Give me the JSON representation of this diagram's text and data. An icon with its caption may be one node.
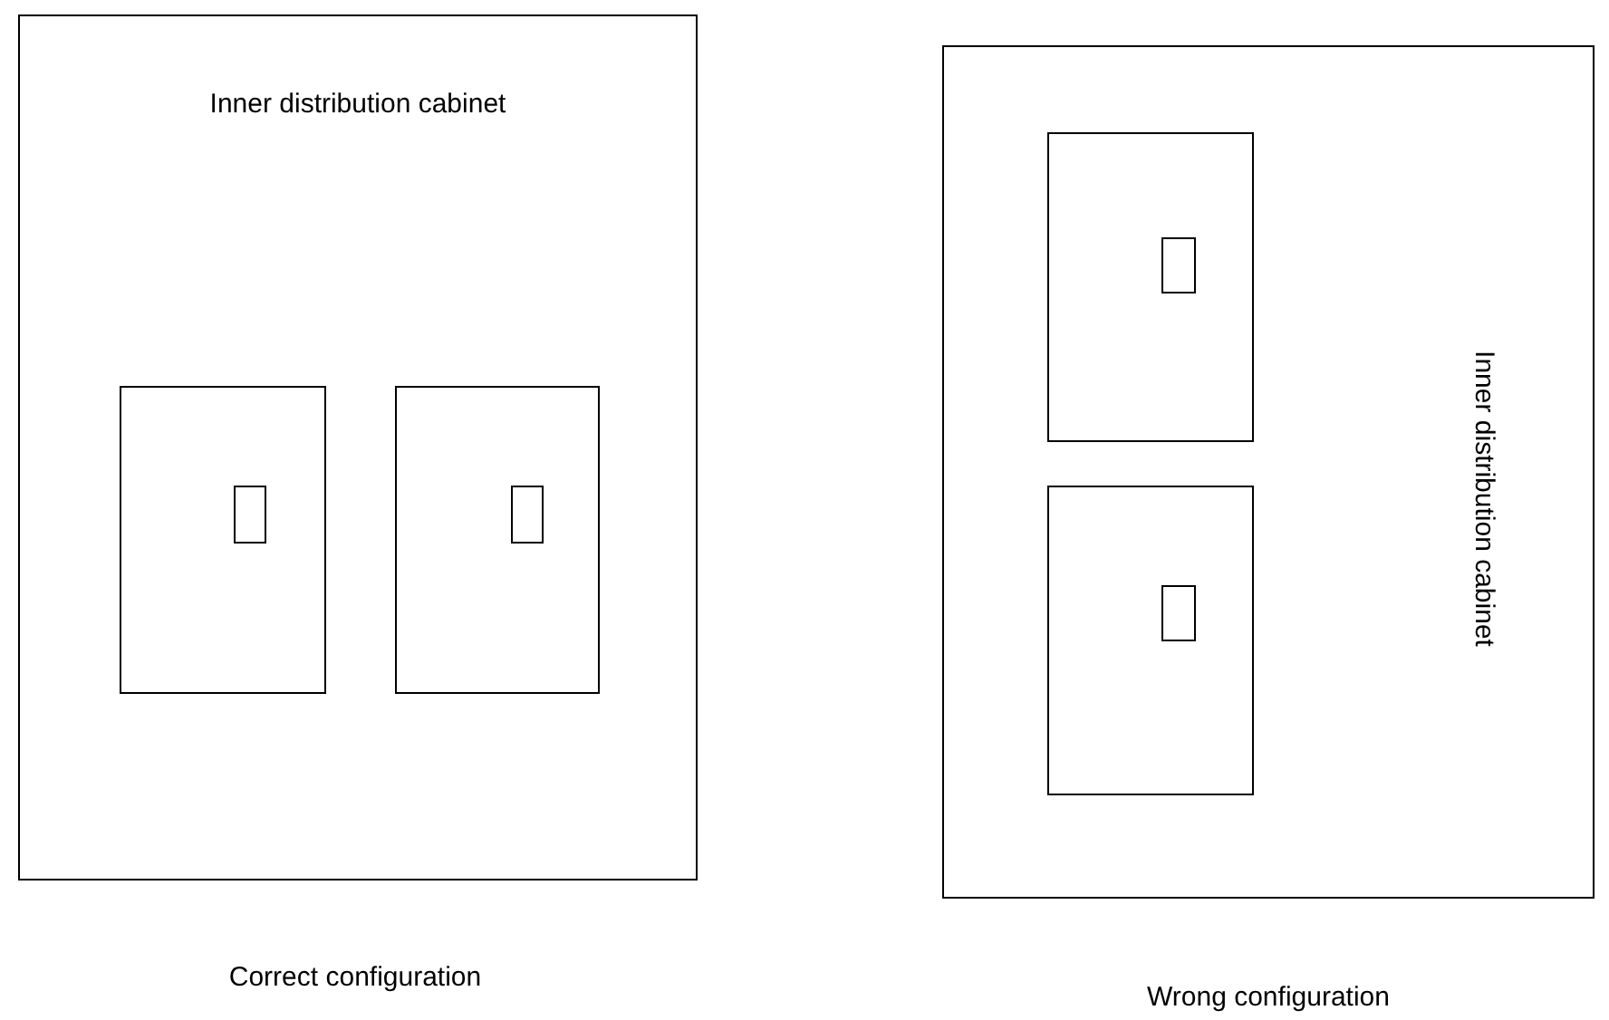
{
  "diagram": {
    "nodes": [
      {
        "text": [
          "Inner distribution cabinet"
        ]
      },
      {
        "text": [],
        "shape": "box",
        "in": 0
      },
      {
        "text": [],
        "shape": "box",
        "in": 1
      },
      {
        "text": [],
        "shape": "box",
        "in": 0
      },
      {
        "text": [],
        "shape": "box",
        "in": 3
      },
      {
        "text": [
          "Inner distribution cabinet"
        ]
      },
      {
        "text": [],
        "shape": "box",
        "in": 5
      },
      {
        "text": [],
        "shape": "box",
        "in": 6
      },
      {
        "text": [],
        "shape": "box",
        "in": 5
      },
      {
        "text": [],
        "shape": "box",
        "in": 8
      }
    ],
    "labels": [
      "Correct configuration",
      "Wrong configuration"
    ]
  }
}
